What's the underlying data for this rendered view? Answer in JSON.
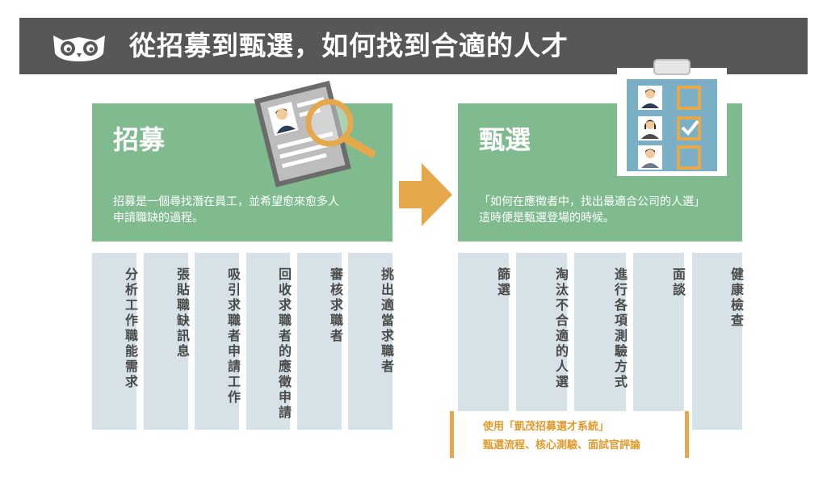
{
  "header": {
    "title": "從招募到甄選，如何找到合適的人才",
    "logo_icon": "owl-logo-icon"
  },
  "recruit": {
    "title": "招募",
    "description_line1": "招募是一個尋找潛在員工，並希望愈來愈多人",
    "description_line2": "申請職缺的過程。",
    "illustration": "resume-magnifier-icon",
    "steps": [
      "分析工作職能需求",
      "張貼職缺訊息",
      "吸引求職者申請工作",
      "回收求職者的應徵申請",
      "審核求職者",
      "挑出適當求職者"
    ]
  },
  "select": {
    "title": "甄選",
    "description_line1": "「如何在應徵者中，找出最適合公司的人選」",
    "description_line2": "這時便是甄選登場的時候。",
    "illustration": "clipboard-checklist-icon",
    "steps": [
      "篩選",
      "淘汰不合適的人選",
      "進行各項測驗方式",
      "面談",
      "健康檢查"
    ]
  },
  "arrow": {
    "icon": "right-arrow-icon",
    "color": "#e5a94c"
  },
  "callout": {
    "line1": "使用「凱茂招募選才系統」",
    "line2": "甄選流程、核心測驗、面試官評論"
  },
  "colors": {
    "header_bg": "#575757",
    "panel_green": "#7fbb8f",
    "column_bg": "#d6e2e7",
    "accent_orange": "#e5a94c"
  }
}
